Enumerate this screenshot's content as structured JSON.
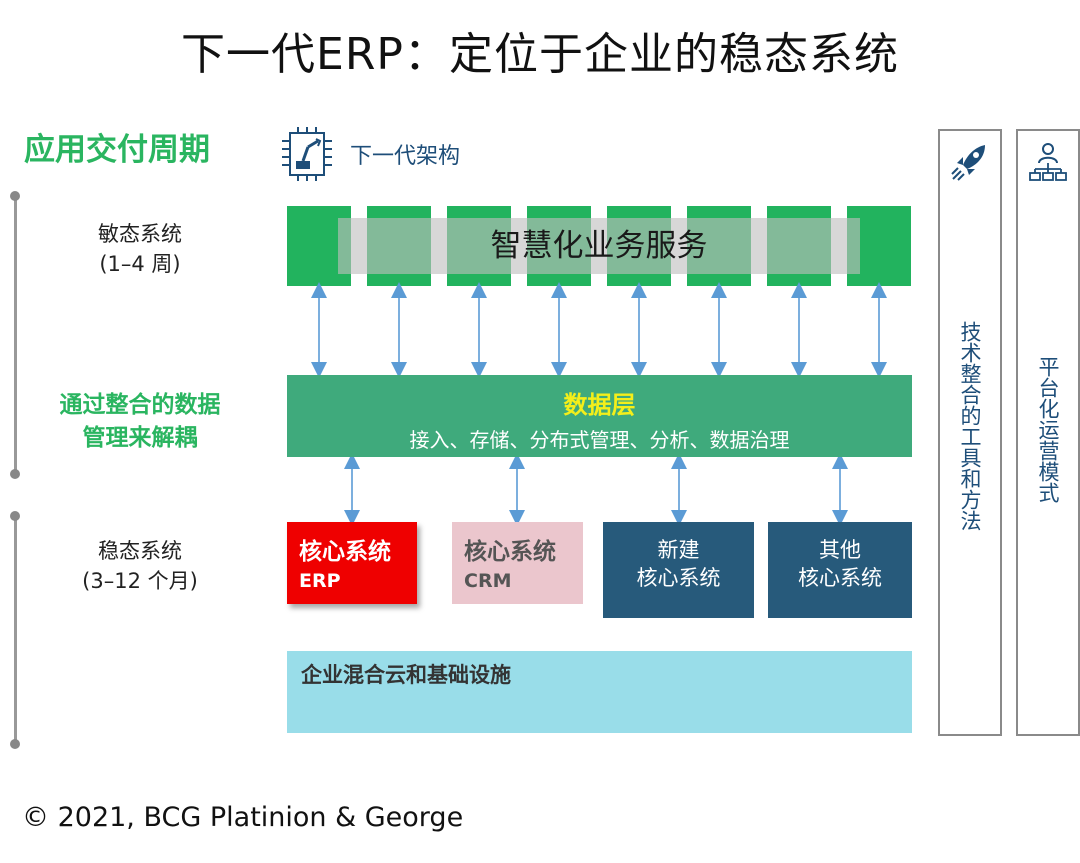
{
  "title": "下一代ERP：定位于企业的稳态系统",
  "lifecycle_title": "应用交付周期",
  "architecture_label": "下一代架构",
  "agile": {
    "line1": "敏态系统",
    "line2": "(1–4 周)"
  },
  "integration": {
    "line1": "通过整合的数据",
    "line2": "管理来解耦"
  },
  "stable": {
    "line1": "稳态系统",
    "line2": "(3–12 个月)"
  },
  "smart_services": "智慧化业务服务",
  "data_layer": {
    "title": "数据层",
    "subtitle": "接入、存储、分布式管理、分析、数据治理"
  },
  "core_systems": {
    "erp": {
      "line1": "核心系统",
      "line2": "ERP"
    },
    "crm": {
      "line1": "核心系统",
      "line2": "CRM"
    },
    "new": {
      "line1": "新建",
      "line2": "核心系统"
    },
    "other": {
      "line1": "其他",
      "line2": "核心系统"
    }
  },
  "cloud": "企业混合云和基础设施",
  "panels": {
    "tools": {
      "text": "技术整合的工具和方法",
      "icon": "rocket-icon"
    },
    "platform": {
      "text": "平台化运营模式",
      "icon": "org-chart-icon"
    }
  },
  "copyright": "© 2021, BCG Platinion & George",
  "colors": {
    "green": "#22b35e",
    "data_layer": "#3faa7c",
    "erp_red": "#ef0000",
    "crm_pink": "#ebc6cd",
    "navy": "#275a7b",
    "cloud": "#99dde9",
    "arrow": "#5b9bd5",
    "yellow": "#f4ef1a"
  }
}
